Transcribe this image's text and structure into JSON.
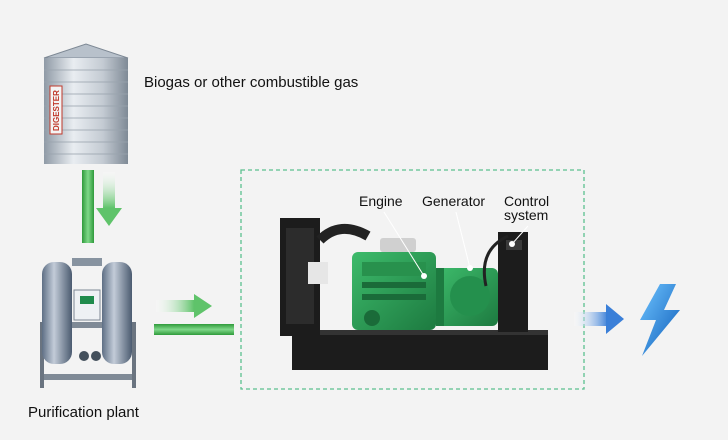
{
  "labels": {
    "biogas": "Biogas or other combustible gas",
    "purification": "Purification plant",
    "engine": "Engine",
    "generator": "Generator",
    "control_line1": "Control",
    "control_line2": "system",
    "digester_text": "DIGESTER"
  },
  "icons": {
    "digester": "digester-tank-icon",
    "purifier": "purification-plant-icon",
    "genset": "generator-set-icon",
    "electricity": "lightning-bolt-icon"
  },
  "colors": {
    "flow_green": "#3fb54a",
    "dashed_frame": "#5cc08f",
    "engine_green": "#2e9e57",
    "bolt_blue": "#1f78d1",
    "frame_black": "#1c1c1c"
  }
}
